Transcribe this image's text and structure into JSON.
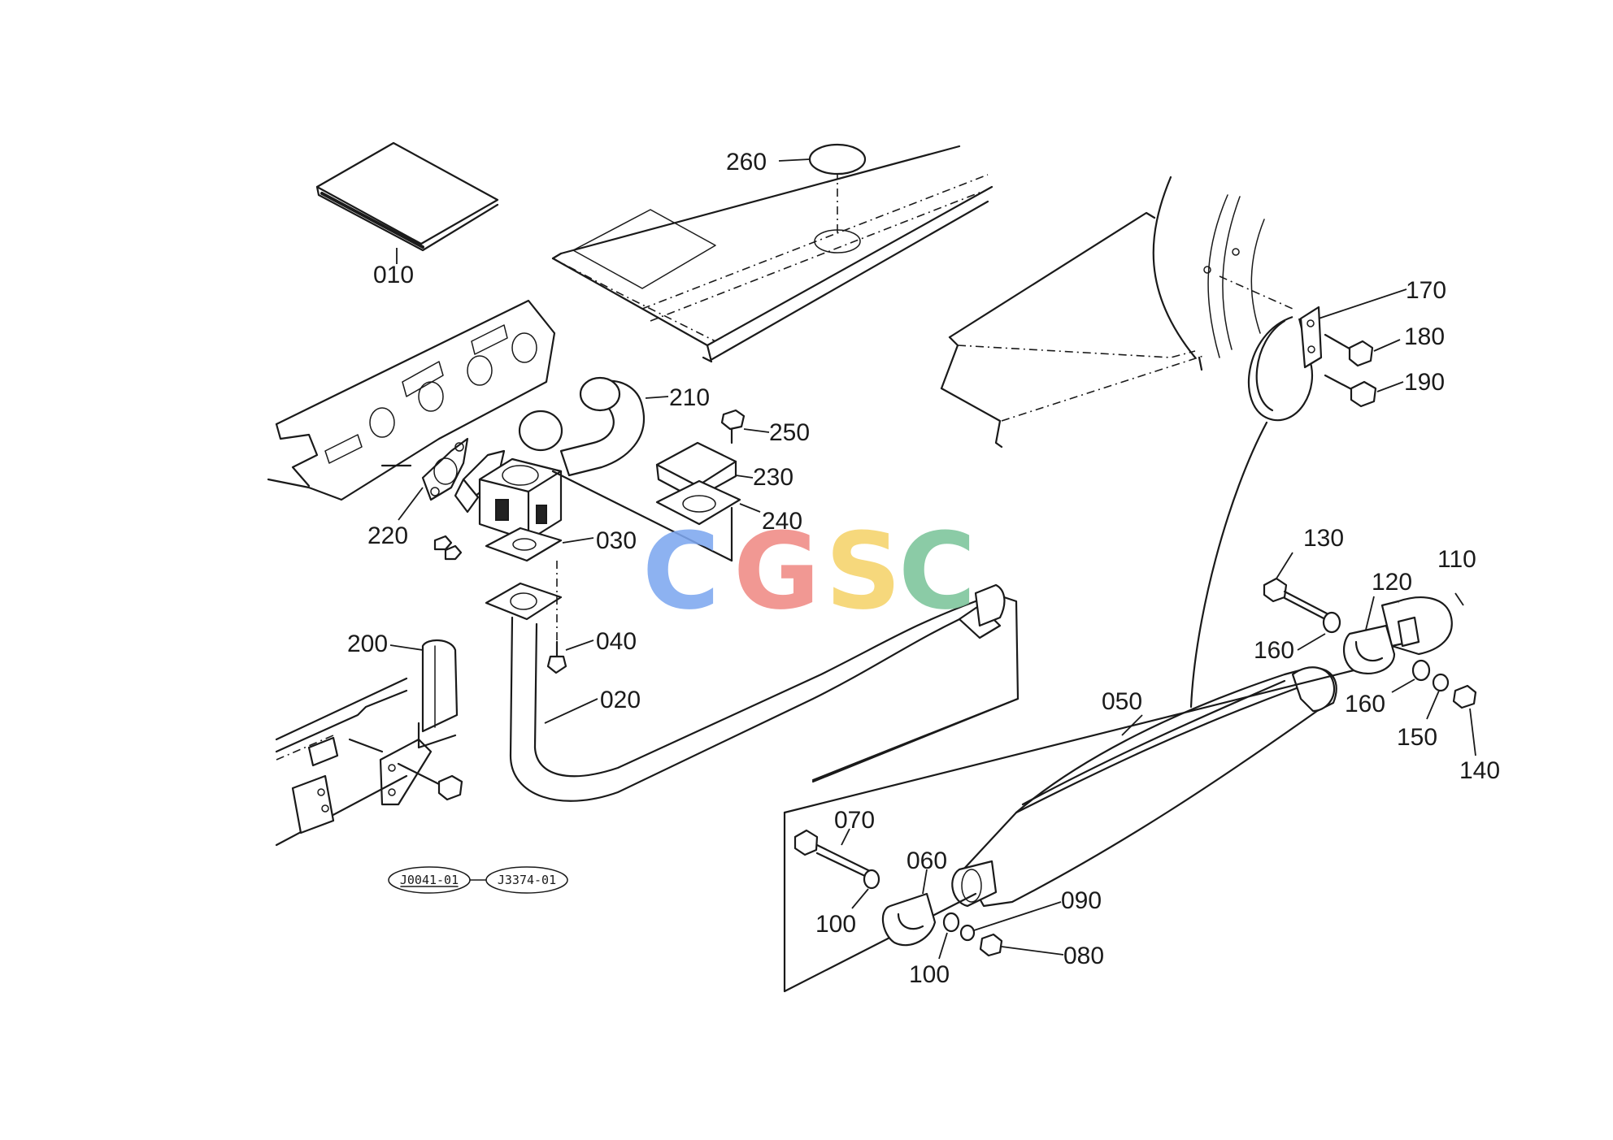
{
  "callouts": {
    "p010": "010",
    "p020": "020",
    "p030": "030",
    "p040": "040",
    "p050": "050",
    "p060": "060",
    "p070": "070",
    "p080": "080",
    "p090": "090",
    "p100a": "100",
    "p100b": "100",
    "p110": "110",
    "p120": "120",
    "p130": "130",
    "p140": "140",
    "p150": "150",
    "p160a": "160",
    "p160b": "160",
    "p170": "170",
    "p180": "180",
    "p190": "190",
    "p200": "200",
    "p210": "210",
    "p220": "220",
    "p230": "230",
    "p240": "240",
    "p250": "250",
    "p260": "260"
  },
  "reference_codes": {
    "left": "J0041-01",
    "right": "J3374-01"
  },
  "watermark": {
    "letters": [
      "C",
      "G",
      "S",
      "C"
    ],
    "colors": [
      "#7ea8f0",
      "#f08a85",
      "#f5d36b",
      "#7cc49a"
    ]
  }
}
